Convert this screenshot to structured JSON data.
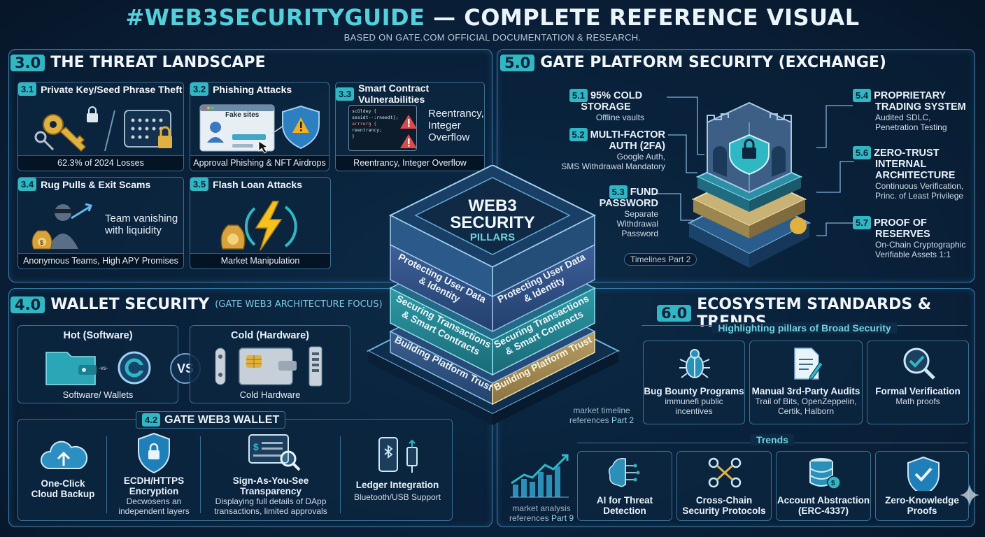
{
  "header": {
    "title_hash": "#WEB3SECURITYGUIDE",
    "title_rest": " — COMPLETE REFERENCE VISUAL",
    "subtitle": "BASED ON GATE.COM OFFICIAL DOCUMENTATION & RESEARCH."
  },
  "threat": {
    "num": "3.0",
    "title": "THE THREAT LANDSCAPE",
    "cards": [
      {
        "num": "3.1",
        "title": "Private Key/Seed Phrase Theft",
        "footer": "62.3% of 2024 Losses"
      },
      {
        "num": "3.2",
        "title": "Phishing Attacks",
        "footer": "Approval Phishing & NFT Airdrops",
        "mock": "Fake sites"
      },
      {
        "num": "3.3",
        "title": "Smart Contract Vulnerabilities",
        "footer": "Reentrancy, Integer Overflow",
        "side": [
          "Reentrancy,",
          "Integer",
          "Overflow"
        ],
        "code": [
          "scOldey {",
          "  sesidt--:rneedt};",
          "  arrrerg {",
          "    reentrancy;",
          "  }"
        ]
      },
      {
        "num": "3.4",
        "title": "Rug Pulls & Exit Scams",
        "footer": "Anonymous Teams, High APY Promises",
        "side": [
          "Team vanishing",
          "with liquidity"
        ]
      },
      {
        "num": "3.5",
        "title": "Flash Loan Attacks",
        "footer": "Market Manipulation"
      }
    ]
  },
  "platform": {
    "num": "5.0",
    "title": "GATE PLATFORM SECURITY (EXCHANGE)",
    "items": [
      {
        "num": "5.1",
        "title": "95% COLD STORAGE",
        "desc": [
          "Offline vaults"
        ]
      },
      {
        "num": "5.2",
        "title": "MULTI-FACTOR",
        "title2": "AUTH (2FA)",
        "desc": [
          "Google Auth,",
          "SMS Withdrawal Mandatory"
        ]
      },
      {
        "num": "5.3",
        "title": "FUND",
        "title2": "PASSWORD",
        "desc": [
          "Separate",
          "Withdrawal",
          "Password"
        ]
      },
      {
        "num": "5.4",
        "title": "PROPRIETARY",
        "title2": "TRADING SYSTEM",
        "desc": [
          "Audited SDLC,",
          "Penetration Testing"
        ]
      },
      {
        "num": "5.6",
        "title": "ZERO-TRUST",
        "title2": "INTERNAL",
        "title3": "ARCHITECTURE",
        "desc": [
          "Continuous Verification,",
          "Princ. of Least Privilege"
        ]
      },
      {
        "num": "5.7",
        "title": "PROOF OF",
        "title2": "RESERVES",
        "desc": [
          "On-Chain Cryptographic",
          "Verifiable Assets 1:1"
        ]
      }
    ]
  },
  "pillars": {
    "top1": "WEB3",
    "top2": "SECURITY",
    "top3": "PILLARS",
    "layer1": "Protecting User Data",
    "layer1b": "& Identity",
    "layer2": "Securing Transactions",
    "layer2b": "& Smart Contracts",
    "layer3": "Building Platform Trust",
    "note_timelines": "Timelines Part 2",
    "note_market1": "market timeline",
    "note_market2": "references",
    "note_market_part": "Part 2",
    "note_analysis1": "market analysis",
    "note_analysis2": "references",
    "note_analysis_part": "Part 9"
  },
  "wallet": {
    "num": "4.0",
    "title": "WALLET SECURITY",
    "subtitle": "(GATE WEB3 ARCHITECTURE FOCUS)",
    "hot": {
      "title": "Hot (Software)",
      "footer": "Software/ Wallets",
      "vs_small": "-vs-"
    },
    "vs": "VS",
    "cold": {
      "title": "Cold (Hardware)",
      "footer": "Cold Hardware"
    },
    "gw": {
      "num": "4.2",
      "title": "GATE WEB3 WALLET",
      "items": [
        {
          "t1": "One-Click",
          "t2": "Cloud Backup",
          "d": []
        },
        {
          "t1": "ECDH/HTTPS",
          "t2": "Encryption",
          "d": [
            "Decwosens an",
            "independent layers"
          ]
        },
        {
          "t1": "Sign-As-You-See",
          "t2": "Transparency",
          "d": [
            "Displaying full details of DApp",
            "transactions, limited approvals"
          ]
        },
        {
          "t1": "Ledger Integration",
          "t2": "",
          "d": [
            "Bluetooth/USB Support"
          ]
        }
      ]
    }
  },
  "ecosystem": {
    "num": "6.0",
    "title": "ECOSYSTEM STANDARDS & TRENDS",
    "highlight": "Highlighting pillars of Broad Security",
    "trends": "Trends",
    "standards": [
      {
        "t": "Bug Bounty Programs",
        "d": [
          "immunefi public",
          "incentives"
        ]
      },
      {
        "t": "Manual 3rd-Party Audits",
        "d": [
          "Trail of Bits, OpenZeppelin,",
          "Certik, Halborn"
        ]
      },
      {
        "t": "Formal Verification",
        "d": [
          "Math proofs"
        ]
      }
    ],
    "trend_items": [
      {
        "t1": "AI for Threat",
        "t2": "Detection"
      },
      {
        "t1": "Cross-Chain",
        "t2": "Security Protocols"
      },
      {
        "t1": "Account Abstraction",
        "t2": "(ERC-4337)"
      },
      {
        "t1": "Zero-Knowledge",
        "t2": "Proofs"
      }
    ]
  },
  "colors": {
    "accent": "#2fb8c4",
    "frame": "#3d7ea6",
    "background": "#0b2440",
    "warning": "#f2b01e",
    "gold": "#d9a441"
  },
  "icons": [
    "key-icon",
    "lock-icon",
    "keypad-icon",
    "browser-icon",
    "shield-warning-icon",
    "code-icon",
    "warning-icon",
    "thief-icon",
    "money-bag-icon",
    "lightning-icon",
    "wallet-icon",
    "chip-card-icon",
    "usb-key-icon",
    "cloud-upload-icon",
    "shield-lock-icon",
    "magnifier-icon",
    "phone-icon",
    "bug-icon",
    "document-pen-icon",
    "check-magnifier-icon",
    "brain-icon",
    "chain-nodes-icon",
    "database-icon",
    "shield-check-icon",
    "castle-icon",
    "growth-chart-icon"
  ]
}
